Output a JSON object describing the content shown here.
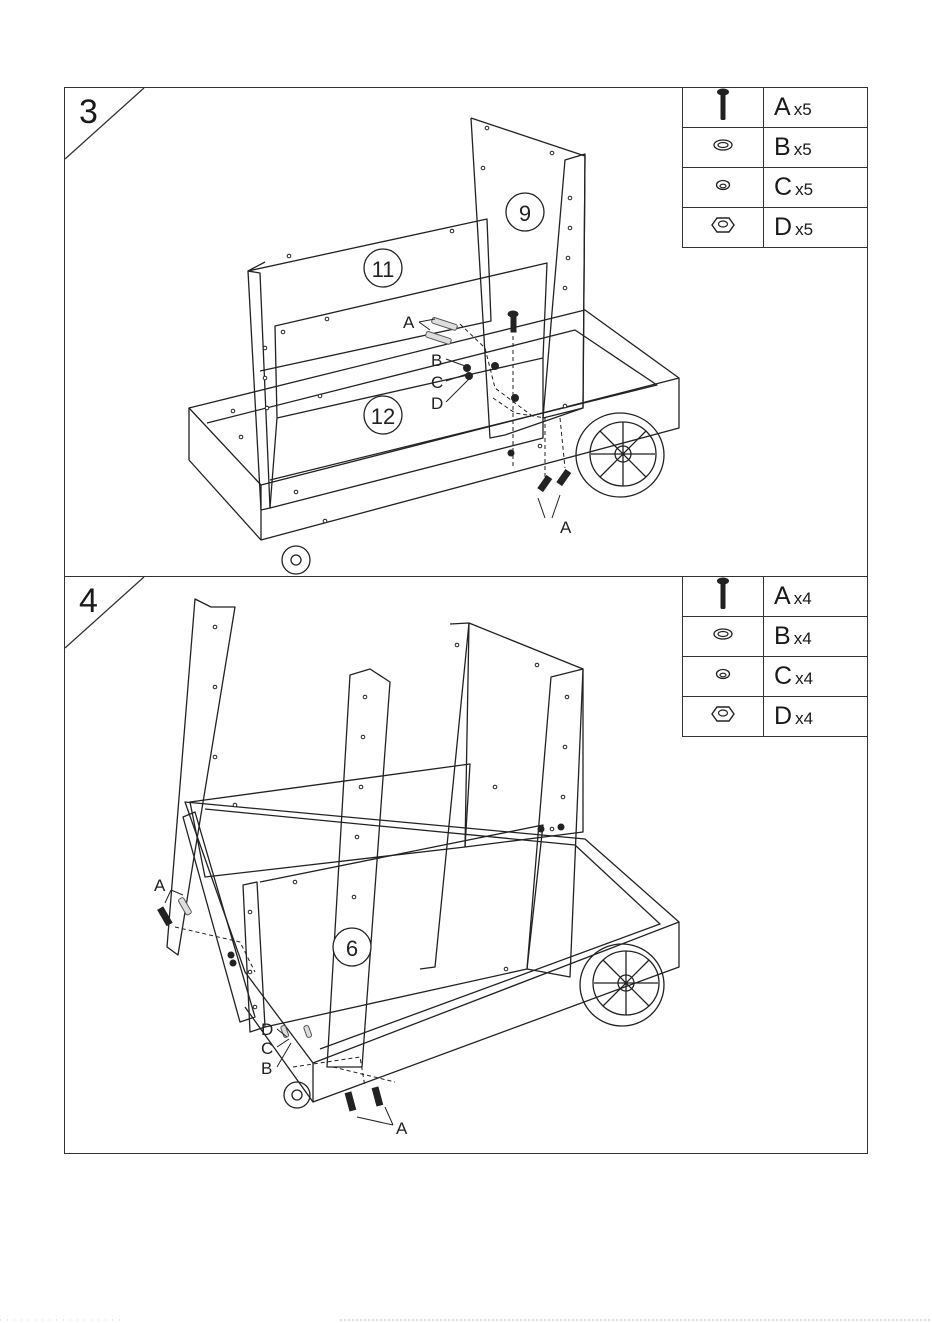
{
  "steps": [
    {
      "number": "3",
      "legend": [
        {
          "icon": "screw-icon",
          "letter": "A",
          "qty": "x5"
        },
        {
          "icon": "washer-large-icon",
          "letter": "B",
          "qty": "x5"
        },
        {
          "icon": "washer-small-icon",
          "letter": "C",
          "qty": "x5"
        },
        {
          "icon": "hex-nut-icon",
          "letter": "D",
          "qty": "x5"
        }
      ],
      "parts": {
        "panel_11": "11",
        "panel_12": "12",
        "panel_9": "9"
      },
      "callouts": {
        "a_top": "A",
        "b": "B",
        "c": "C",
        "d": "D",
        "a_bottom": "A"
      }
    },
    {
      "number": "4",
      "legend": [
        {
          "icon": "screw-icon",
          "letter": "A",
          "qty": "x4"
        },
        {
          "icon": "washer-large-icon",
          "letter": "B",
          "qty": "x4"
        },
        {
          "icon": "washer-small-icon",
          "letter": "C",
          "qty": "x4"
        },
        {
          "icon": "hex-nut-icon",
          "letter": "D",
          "qty": "x4"
        }
      ],
      "parts": {
        "panel_6": "6"
      },
      "callouts": {
        "a_left": "A",
        "d": "D",
        "c": "C",
        "b": "B",
        "a_bottom": "A"
      }
    }
  ]
}
